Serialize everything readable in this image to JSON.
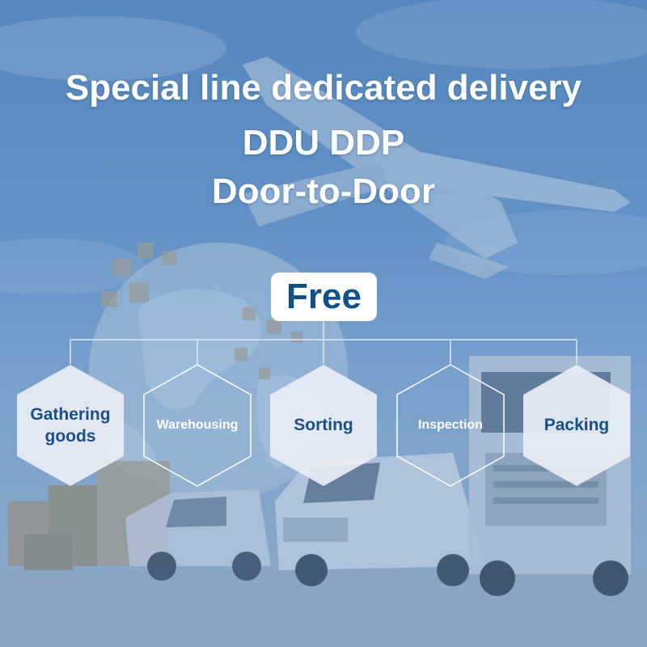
{
  "headline": {
    "line1": "Special line dedicated delivery",
    "line2": "DDU DDP",
    "line3": "Door-to-Door"
  },
  "badge": "Free",
  "steps": [
    {
      "label_lines": [
        "Gathering",
        "goods"
      ],
      "style": "filled"
    },
    {
      "label_lines": [
        "Warehousing"
      ],
      "style": "outline"
    },
    {
      "label_lines": [
        "Sorting"
      ],
      "style": "filled"
    },
    {
      "label_lines": [
        "Inspection"
      ],
      "style": "outline"
    },
    {
      "label_lines": [
        "Packing"
      ],
      "style": "filled"
    }
  ],
  "colors": {
    "brand_blue": "#0f4f8a",
    "hex_fill": "#e9eef5",
    "hex_text": "#1b4f86",
    "line": "#e8eef6"
  }
}
